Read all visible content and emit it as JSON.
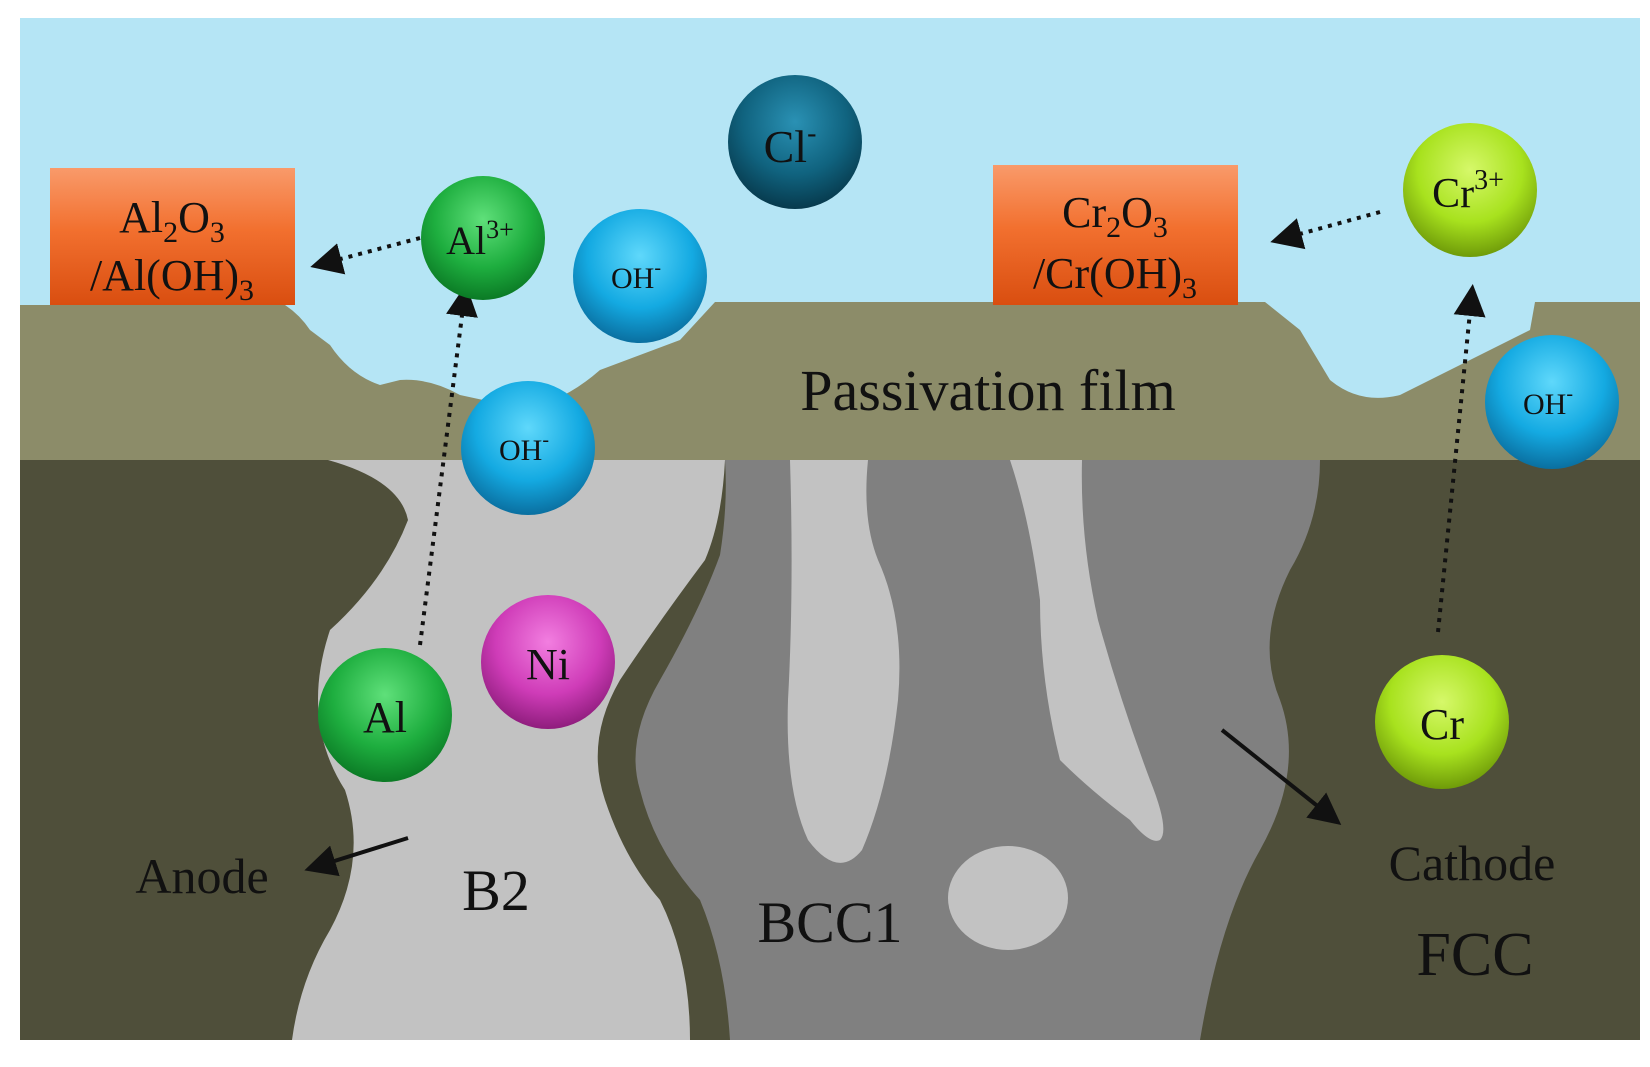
{
  "labels": {
    "passivation_film": "Passivation film",
    "anode": "Anode",
    "cathode": "Cathode",
    "b2": "B2",
    "bcc1": "BCC1",
    "fcc": "FCC"
  },
  "boxes": {
    "al_oxide": {
      "line1_base": "Al",
      "line1_sub1": "2",
      "line1_mid": "O",
      "line1_sub2": "3",
      "line2_base": "/Al(OH)",
      "line2_sub": "3"
    },
    "cr_oxide": {
      "line1_base": "Cr",
      "line1_sub1": "2",
      "line1_mid": "O",
      "line1_sub2": "3",
      "line2_base": "/Cr(OH)",
      "line2_sub": "3"
    }
  },
  "ions": {
    "cl": {
      "base": "Cl",
      "sup": "-"
    },
    "oh": {
      "base": "OH",
      "sup": "-"
    },
    "al3": {
      "base": "Al",
      "sup": "3+"
    },
    "cr3": {
      "base": "Cr",
      "sup": "3+"
    },
    "al": "Al",
    "ni": "Ni",
    "cr": "Cr"
  },
  "colors": {
    "solution": "#b5e5f5",
    "passivation": "#8c8c69",
    "fcc_phase": "#4f4f3a",
    "b2_phase": "#c2c2c2",
    "bcc1_phase": "#808080",
    "oxide_box": "#f06b2e",
    "al_green": "#1daa3c",
    "cr_lime": "#a6e21c",
    "ni_magenta": "#cf3cb5",
    "oh_blue": "#13a9e0",
    "cl_teal": "#10637f"
  }
}
